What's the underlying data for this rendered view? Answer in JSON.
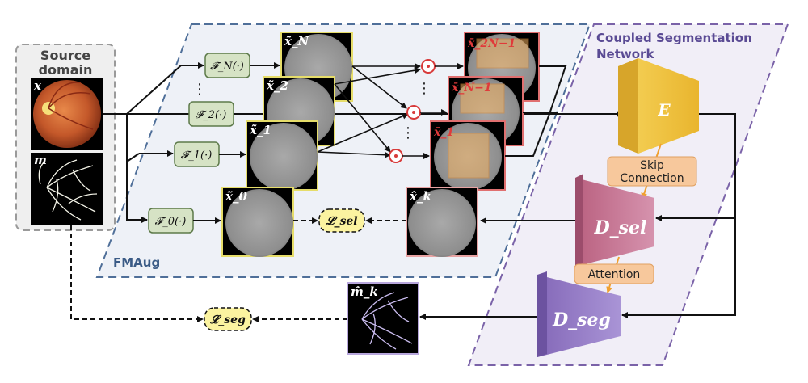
{
  "source_domain": {
    "title_line1": "Source",
    "title_line2": "domain",
    "image_label": "x",
    "mask_label": "m"
  },
  "fmaug": {
    "label": "FMAug",
    "functions": [
      "𝓕_N(·)",
      "𝓕_2(·)",
      "𝓕_1(·)",
      "𝓕_0(·)"
    ],
    "images": [
      "x̃_N",
      "x̃_2",
      "x̃_1",
      "x̃_0"
    ],
    "mixed_images": [
      "x̄_2N−1",
      "x̄_N−1",
      "x̄_1"
    ],
    "selected_image": "x̂_k",
    "dots": "⋮"
  },
  "network": {
    "title_line1": "Coupled Segmentation",
    "title_line2": "Network",
    "encoder": "E",
    "d_sel": "D_sel",
    "d_seg": "D_seg",
    "skip_line1": "Skip",
    "skip_line2": "Connection",
    "attention": "Attention"
  },
  "losses": {
    "sel": "𝓛_sel",
    "seg": "𝓛_seg"
  },
  "output_mask": "m̂_k",
  "colors": {
    "fmaug_border": "#4f6f99",
    "network_border": "#7a62a8",
    "fbox_fill": "#d6e3c5",
    "loss_fill": "#fbf3a0",
    "encoder": "#f2c84b",
    "d_sel": "#c9789a",
    "d_seg": "#9a82c8",
    "conn_fill": "#f7c89c",
    "red": "#d83a3a"
  }
}
